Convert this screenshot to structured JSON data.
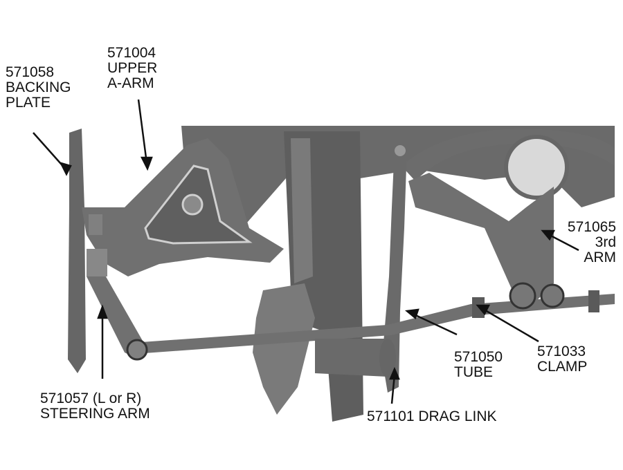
{
  "labels": {
    "backing_plate": {
      "part": "571058",
      "line1": "BACKING",
      "line2": "PLATE"
    },
    "upper_a_arm": {
      "part": "571004",
      "line1": "UPPER",
      "line2": "A-ARM"
    },
    "third_arm": {
      "part": "571065",
      "line1": "3rd",
      "line2": "ARM"
    },
    "steering_arm": {
      "line1": "571057 (L or R)",
      "line2": "STEERING ARM"
    },
    "tube": {
      "part": "571050",
      "line1": "TUBE"
    },
    "clamp": {
      "part": "571033",
      "line1": "CLAMP"
    },
    "drag_link": {
      "line1": "571101 DRAG LINK"
    }
  },
  "colors": {
    "metal": "#6e6e6e",
    "dark": "#4a4a4a",
    "light": "#a9a9a9",
    "highlight": "#d9d9d9",
    "line": "#111111"
  }
}
